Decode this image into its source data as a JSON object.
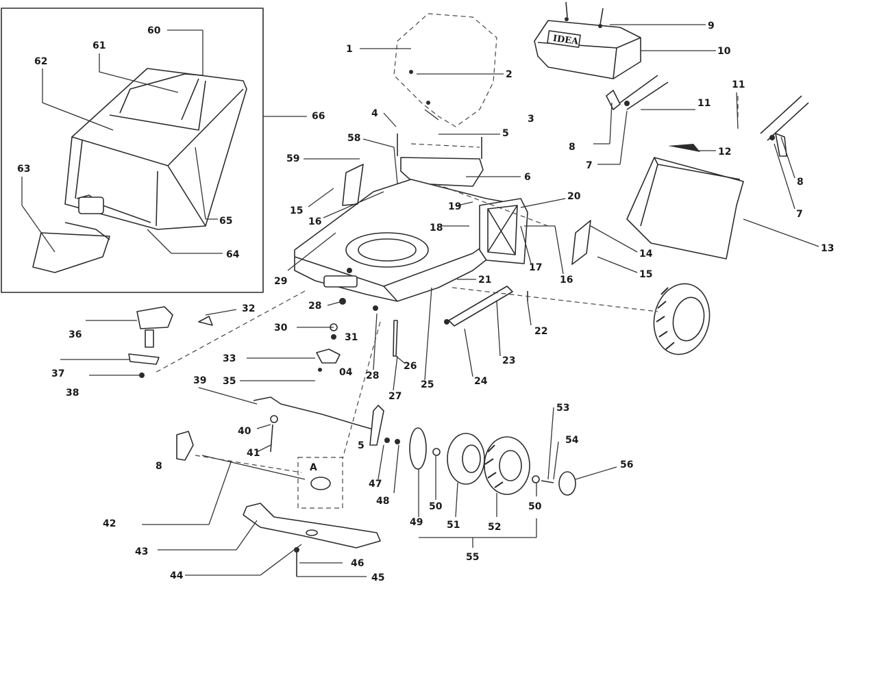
{
  "diagram": {
    "brand_mark": "IDEA",
    "inset_letter": "A",
    "parts": [
      {
        "id": "1",
        "label": "1"
      },
      {
        "id": "2",
        "label": "2"
      },
      {
        "id": "3",
        "label": "3"
      },
      {
        "id": "4",
        "label": "4"
      },
      {
        "id": "5",
        "label": "5"
      },
      {
        "id": "6",
        "label": "6"
      },
      {
        "id": "7",
        "label": "7"
      },
      {
        "id": "8",
        "label": "8"
      },
      {
        "id": "9",
        "label": "9"
      },
      {
        "id": "10",
        "label": "10"
      },
      {
        "id": "11",
        "label": "11"
      },
      {
        "id": "12",
        "label": "12"
      },
      {
        "id": "13",
        "label": "13"
      },
      {
        "id": "14",
        "label": "14"
      },
      {
        "id": "15",
        "label": "15"
      },
      {
        "id": "16",
        "label": "16"
      },
      {
        "id": "17",
        "label": "17"
      },
      {
        "id": "18",
        "label": "18"
      },
      {
        "id": "19",
        "label": "19"
      },
      {
        "id": "20",
        "label": "20"
      },
      {
        "id": "21",
        "label": "21"
      },
      {
        "id": "22",
        "label": "22"
      },
      {
        "id": "23",
        "label": "23"
      },
      {
        "id": "24",
        "label": "24"
      },
      {
        "id": "25",
        "label": "25"
      },
      {
        "id": "26",
        "label": "26"
      },
      {
        "id": "27",
        "label": "27"
      },
      {
        "id": "28",
        "label": "28"
      },
      {
        "id": "29",
        "label": "29"
      },
      {
        "id": "30",
        "label": "30"
      },
      {
        "id": "31",
        "label": "31"
      },
      {
        "id": "32",
        "label": "32"
      },
      {
        "id": "33",
        "label": "33"
      },
      {
        "id": "34",
        "label": "04"
      },
      {
        "id": "35",
        "label": "35"
      },
      {
        "id": "36",
        "label": "36"
      },
      {
        "id": "37",
        "label": "37"
      },
      {
        "id": "38",
        "label": "38"
      },
      {
        "id": "39",
        "label": "39"
      },
      {
        "id": "40",
        "label": "40"
      },
      {
        "id": "41",
        "label": "41"
      },
      {
        "id": "42",
        "label": "42"
      },
      {
        "id": "43",
        "label": "43"
      },
      {
        "id": "44",
        "label": "44"
      },
      {
        "id": "45",
        "label": "45"
      },
      {
        "id": "46",
        "label": "46"
      },
      {
        "id": "47",
        "label": "47"
      },
      {
        "id": "48",
        "label": "48"
      },
      {
        "id": "49",
        "label": "49"
      },
      {
        "id": "50",
        "label": "50"
      },
      {
        "id": "51",
        "label": "51"
      },
      {
        "id": "52",
        "label": "52"
      },
      {
        "id": "53",
        "label": "53"
      },
      {
        "id": "54",
        "label": "54"
      },
      {
        "id": "55",
        "label": "55"
      },
      {
        "id": "56",
        "label": "56"
      },
      {
        "id": "58",
        "label": "58"
      },
      {
        "id": "59",
        "label": "59"
      },
      {
        "id": "60",
        "label": "60"
      },
      {
        "id": "61",
        "label": "61"
      },
      {
        "id": "62",
        "label": "62"
      },
      {
        "id": "63",
        "label": "63"
      },
      {
        "id": "64",
        "label": "64"
      },
      {
        "id": "65",
        "label": "65"
      },
      {
        "id": "66",
        "label": "66"
      }
    ]
  }
}
